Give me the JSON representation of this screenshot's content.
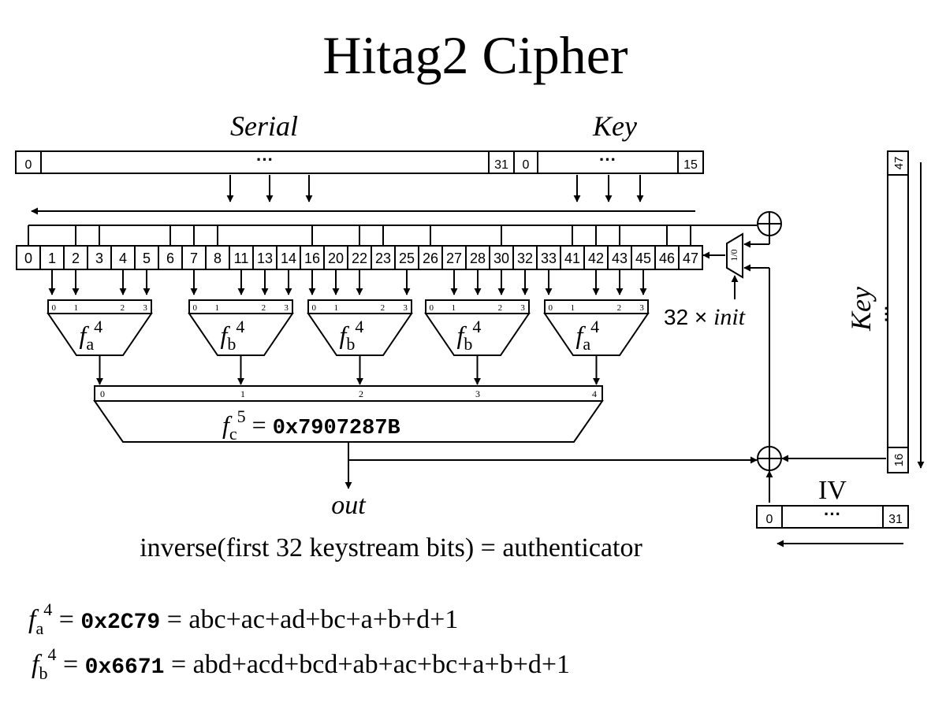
{
  "title": "Hitag2 Cipher",
  "serial": {
    "label": "Serial",
    "start": "0",
    "end": "31",
    "dots": "···"
  },
  "key_top": {
    "label": "Key",
    "start": "0",
    "end": "15",
    "dots": "···"
  },
  "key_side": {
    "label": "Key",
    "top": "47",
    "bottom": "16",
    "dots": "···"
  },
  "iv": {
    "label": "IV",
    "start": "0",
    "end": "31",
    "dots": "···"
  },
  "lfsr_cells": [
    "0",
    "1",
    "2",
    "3",
    "4",
    "5",
    "6",
    "7",
    "8",
    "11",
    "13",
    "14",
    "16",
    "20",
    "22",
    "23",
    "25",
    "26",
    "27",
    "28",
    "30",
    "32",
    "33",
    "41",
    "42",
    "43",
    "45",
    "46",
    "47"
  ],
  "mux_label": "1/0",
  "init_label": {
    "prefix": "32 × ",
    "word": "init"
  },
  "filters": [
    {
      "name": "f",
      "sub": "a",
      "sup": "4",
      "inputs": [
        "0",
        "1",
        "2",
        "3"
      ]
    },
    {
      "name": "f",
      "sub": "b",
      "sup": "4",
      "inputs": [
        "0",
        "1",
        "2",
        "3"
      ]
    },
    {
      "name": "f",
      "sub": "b",
      "sup": "4",
      "inputs": [
        "0",
        "1",
        "2",
        "3"
      ]
    },
    {
      "name": "f",
      "sub": "b",
      "sup": "4",
      "inputs": [
        "0",
        "1",
        "2",
        "3"
      ]
    },
    {
      "name": "f",
      "sub": "a",
      "sup": "4",
      "inputs": [
        "0",
        "1",
        "2",
        "3"
      ]
    }
  ],
  "fc": {
    "name": "f",
    "sub": "c",
    "sup": "5",
    "eq": " = ",
    "hex": "0x7907287B",
    "inputs": [
      "0",
      "1",
      "2",
      "3",
      "4"
    ]
  },
  "out_label": "out",
  "caption": "inverse(first 32 keystream bits) = authenticator",
  "formulas": [
    {
      "name": "f",
      "sub": "a",
      "sup": "4",
      "eq1": " = ",
      "hex": "0x2C79",
      "eq2": " = ",
      "expr": "abc+ac+ad+bc+a+b+d+1"
    },
    {
      "name": "f",
      "sub": "b",
      "sup": "4",
      "eq1": " = ",
      "hex": "0x6671",
      "eq2": " = ",
      "expr": "abd+acd+bcd+ab+ac+bc+a+b+d+1"
    }
  ]
}
